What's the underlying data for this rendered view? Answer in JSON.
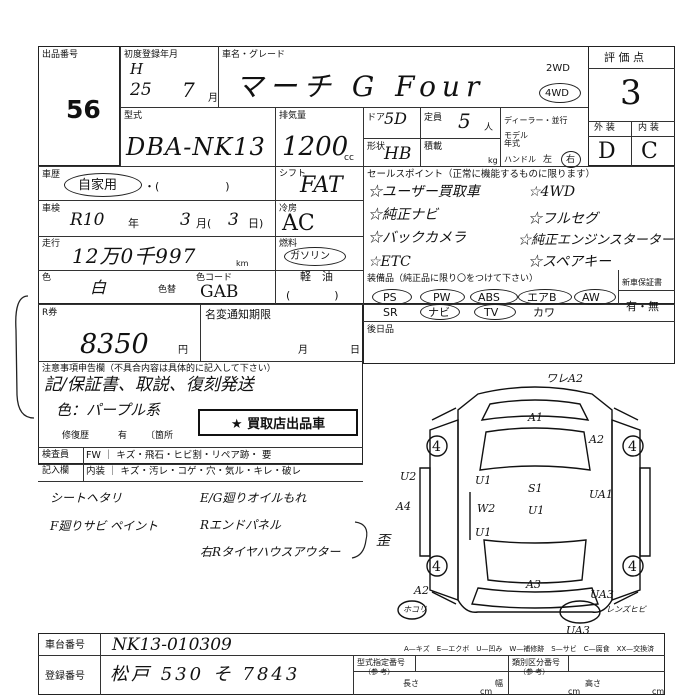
{
  "lot": {
    "label": "出品番号",
    "value": "56"
  },
  "reg_date": {
    "label": "初度登録年月",
    "era": "H",
    "year": "25",
    "month": "7",
    "month_unit": "月"
  },
  "car_name": {
    "label": "車名・グレード",
    "value": "マーチ G Four"
  },
  "drive": {
    "opt1": "2WD",
    "opt2": "4WD"
  },
  "grade_box": {
    "label": "評 価 点",
    "score": "3",
    "ext_label": "外 装",
    "int_label": "内 装",
    "ext_value": "D",
    "int_value": "C"
  },
  "model": {
    "label": "型式",
    "value": "DBA-NK13"
  },
  "displacement": {
    "label": "排気量",
    "value": "1200",
    "unit": "cc"
  },
  "doors": {
    "label": "ドア",
    "value": "5D"
  },
  "capacity": {
    "label": "定員",
    "value": "5",
    "unit": "人"
  },
  "dealer": {
    "label": "ディーラー・並行",
    "model_year_label": "モデル年式"
  },
  "shape": {
    "label": "形状",
    "value": "HB"
  },
  "load": {
    "label": "積載",
    "unit": "kg"
  },
  "handle": {
    "label": "ハンドル",
    "left": "左",
    "right": "右"
  },
  "history": {
    "label": "車歴",
    "value": "自家用",
    "paren": "・(　　　　　　)"
  },
  "shift": {
    "label": "シフト",
    "value": "FAT"
  },
  "inspection": {
    "label": "車検",
    "value": "R10",
    "year_unit": "年",
    "month": "3",
    "month_unit": "月(",
    "day": "3",
    "day_unit": "日)"
  },
  "cooling": {
    "label": "冷房",
    "value": "AC"
  },
  "mileage": {
    "label": "走行",
    "value": "12万0千997",
    "unit": "km"
  },
  "fuel": {
    "label": "燃料",
    "gas": "ガソリン",
    "light": "軽　油",
    "paren": "(　　　　)"
  },
  "color": {
    "label": "色",
    "value": "白",
    "color_swap_label": "色替",
    "code_label": "色コード",
    "code_value": "GAB"
  },
  "selling_points": {
    "label": "セールスポイント（正常に機能するものに限ります）",
    "items": [
      "☆ユーザー買取車",
      "☆4WD",
      "☆純正ナビ",
      "☆フルセグ",
      "☆バックカメラ",
      "☆純正エンジンスターター",
      "☆ETC",
      "☆スペアキー"
    ]
  },
  "equipment": {
    "label": "装備品（純正品に限り〇をつけて下さい）",
    "row1": [
      "PS",
      "PW",
      "ABS",
      "エアB",
      "AW"
    ],
    "row2": [
      "SR",
      "ナビ",
      "TV",
      "カワ"
    ]
  },
  "warranty": {
    "label": "新車保証書",
    "value": "有・無"
  },
  "recycle": {
    "label": "R券",
    "value": "8350",
    "unit": "円"
  },
  "notice": {
    "label": "名変通知期限",
    "month": "月",
    "day": "日"
  },
  "rear_seat": {
    "label": "後日品"
  },
  "notes": {
    "label": "注意事項申告欄（不具合内容は具体的に記入して下さい）",
    "line1": "記/保証書、取説、復刻発送",
    "line2": "色：パープル系"
  },
  "repair": {
    "label": "修復歴",
    "yes": "有",
    "location": "〔箇所"
  },
  "purchase_badge": "★ 買取店出品車",
  "inspector": {
    "label": "検査員",
    "label2": "記入欄",
    "row1": "FW ｜ キズ・飛石・ヒビ割・リペア跡・ 要",
    "row2": "内装 ｜ キズ・汚レ・コゲ・穴・気ル・キレ・破レ"
  },
  "remarks": [
    "シートヘタリ",
    "F廻りサビ ペイント",
    "E/G廻りオイルもれ",
    "Rエンドパネル",
    "右Rタイヤハウスアウター",
    "歪"
  ],
  "diagram": {
    "labels": [
      "ワレA2",
      "A1",
      "A2",
      "UA1",
      "U2",
      "U1",
      "S1",
      "U1",
      "W2",
      "A4",
      "U1",
      "A2",
      "A3",
      "UA3",
      "UA3",
      "レンズヒビ",
      "ホコリ",
      "4",
      "4",
      "4",
      "4"
    ]
  },
  "chassis": {
    "label": "車台番号",
    "value": "NK13-010309"
  },
  "reg_number": {
    "label": "登録番号",
    "value": "松戸 530 そ 7843"
  },
  "legend": "A—キズ　E—エクボ　U—凹み　W—補修跡　S—サビ　C—腐食　XX—交換済",
  "spec_no": {
    "label": "型式指定番号",
    "sub": "（参 考）"
  },
  "class_no": {
    "label": "類別区分番号",
    "sub": "（参 考）"
  },
  "dims": {
    "length": "長さ",
    "width": "幅",
    "height": "高さ",
    "unit": "cm"
  }
}
